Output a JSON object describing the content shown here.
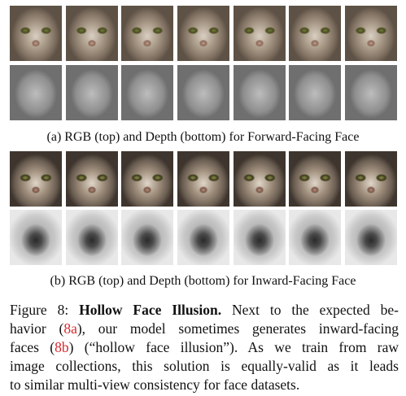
{
  "subfigure_a": {
    "caption": "(a) RGB (top) and Depth (bottom) for Forward-Facing Face"
  },
  "subfigure_b": {
    "caption": "(b) RGB (top) and Depth (bottom) for Inward-Facing Face"
  },
  "figure_caption": {
    "label": "Figure 8:",
    "title": "Hollow Face Illusion.",
    "line1_rest": "Next to the expected be-",
    "line2_pre": "havior (",
    "ref_a": "8a",
    "line2_post": "), our model sometimes generates inward-facing",
    "line3_pre": "faces (",
    "ref_b": "8b",
    "line3_post": ") (“hollow face illusion”).  As we train from raw",
    "line4": "image collections, this solution is equally-valid as it leads",
    "line5": "to similar multi-view consistency for face datasets."
  },
  "colors": {
    "reference_link": "#d8282c"
  }
}
